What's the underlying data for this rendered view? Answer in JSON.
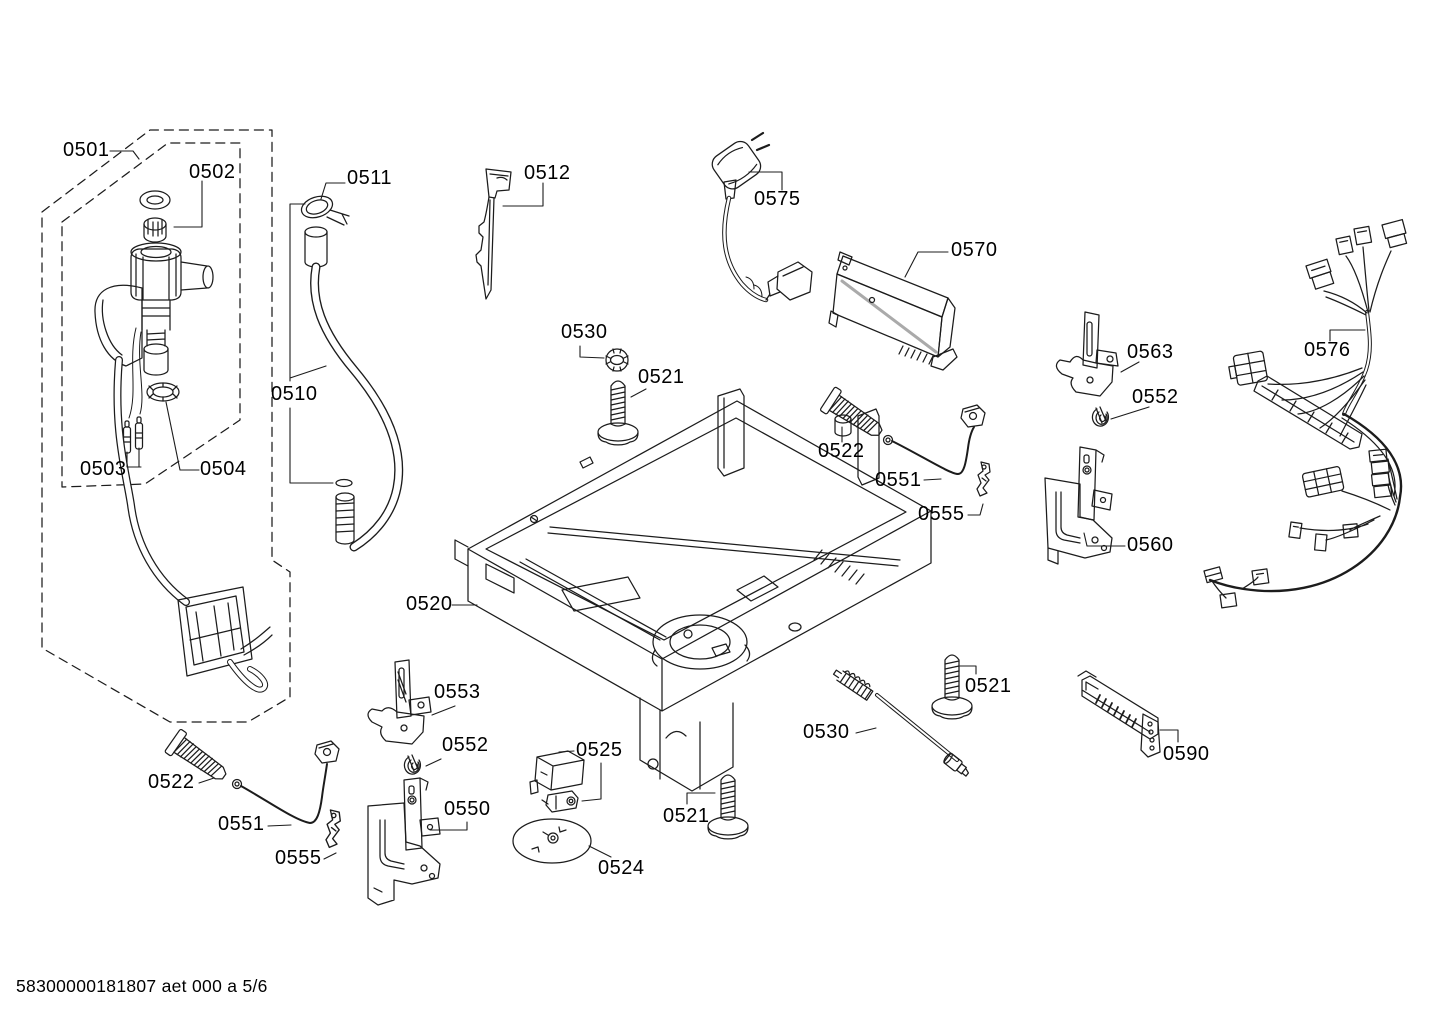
{
  "footer": {
    "text": "58300000181807 aet 000 a 5/6"
  },
  "colors": {
    "background": "#ffffff",
    "line": "#1c1c1c",
    "label": "#000000"
  },
  "callouts": [
    "0501",
    "0502",
    "0503",
    "0504",
    "0511",
    "0510",
    "0512",
    "0530",
    "0521",
    "0575",
    "0570",
    "0563",
    "0552",
    "0522",
    "0551",
    "0555",
    "0560",
    "0576",
    "0520",
    "0553",
    "0552",
    "0550",
    "0522",
    "0551",
    "0555",
    "0525",
    "0524",
    "0521",
    "0530",
    "0521",
    "0590"
  ]
}
